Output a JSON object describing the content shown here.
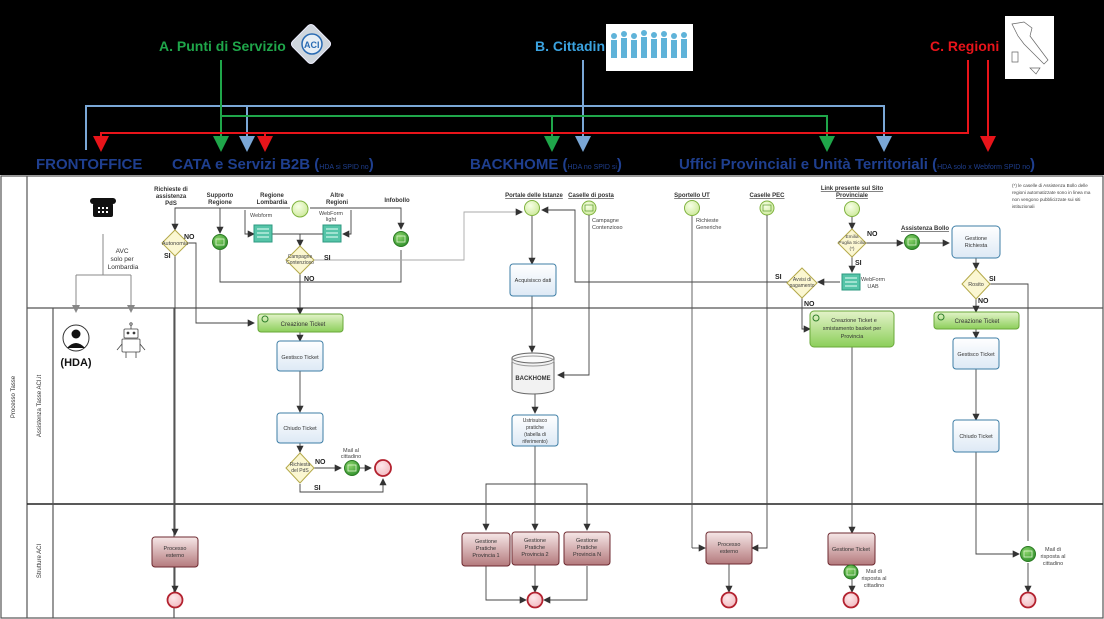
{
  "header": {
    "sources": [
      {
        "label": "A. Punti di Servizio",
        "color": "#1fa64a",
        "icon": "aci-logo-icon"
      },
      {
        "label": "B. Cittadini",
        "color": "#3ba3e0",
        "icon": "people-icon"
      },
      {
        "label": "C.  Regioni",
        "color": "#e8141a",
        "icon": "italy-map-icon"
      }
    ],
    "channels": [
      {
        "label": "FRONTOFFICE",
        "note": ""
      },
      {
        "label": "CATA  e Servizi B2B (",
        "note": "HDA si SPID no",
        "close": ")"
      },
      {
        "label": "BACKHOME (",
        "note": "HDA no SPID si",
        "close": ")"
      },
      {
        "label": "Uffici Provinciali e Unità Territoriali (",
        "note": "HDA solo x Webform  SPID no",
        "close": ")"
      }
    ],
    "channel_color": "#1f3f8f"
  },
  "pool": {
    "name": "Processo Tasse",
    "lanes": [
      {
        "name": ""
      },
      {
        "name": "Assistenza Tasse ACI.it"
      },
      {
        "name": "Strutture ACI"
      }
    ]
  },
  "frontoffice": {
    "phone_label": "",
    "avc": [
      "AVC",
      "solo per",
      "Lombardia"
    ],
    "hda_label": "(HDA)"
  },
  "cata": {
    "richieste": [
      "Richieste di",
      "assistenza",
      "PdS"
    ],
    "supporto": [
      "Supporto",
      "Regione"
    ],
    "lombardia": [
      "Regione",
      "Lombardia"
    ],
    "altre": [
      "Altre",
      "Regioni"
    ],
    "infobollo": "Infobollo",
    "webform": "Webform",
    "webform_light": [
      "WebForm",
      "light"
    ],
    "autonomia": "Autonomia",
    "campagne": [
      "Campagne",
      "Contenzioso"
    ],
    "si": "SI",
    "no": "NO",
    "creazione": "Creazione Ticket",
    "gestisco": "Gestisco Ticket",
    "chiudo": "Chiudo Ticket",
    "richiesta_pds": [
      "Richiesta",
      "del PdS"
    ],
    "mail_cittadino": [
      "Mail al",
      "cittadino"
    ],
    "processo_esterno": [
      "Processo",
      "esterno"
    ]
  },
  "backhome": {
    "portale": "Portale delle Istanze",
    "caselle": "Caselle di posta",
    "campagne": [
      "Campagne",
      "Contenzioso"
    ],
    "acquisisco": "Acquisisco dati",
    "db": "BACKHOME",
    "smistamento": [
      "Ustrisuisco",
      "pratiche",
      "(tabella di",
      "riferimento)"
    ],
    "gestione": [
      [
        "Gestione",
        "Pratiche",
        "Provincia 1"
      ],
      [
        "Gestione",
        "Pratiche",
        "Provincia 2"
      ],
      [
        "Gestione",
        "Pratiche",
        "Provincia N"
      ]
    ]
  },
  "uffici": {
    "sportello": "Sportello  UT",
    "richieste_generiche": [
      "Richieste",
      "Generiche"
    ],
    "caselle_pec": "Caselle PEC",
    "link": [
      "Link presente sul Sito",
      "Provinciale"
    ],
    "emilia": [
      "Emilia",
      "Puglia Sicilia",
      "(*)"
    ],
    "avvisi": [
      "Avvisi di",
      "pagamento"
    ],
    "webform_uab": [
      "WebForm",
      "UAB"
    ],
    "assistenza_bollo": "Assistenza Bollo",
    "gestione_richiesta": [
      "Gestione",
      "Richiesta"
    ],
    "rosito": "Rosito",
    "creazione_smist": [
      "Creazione Ticket e",
      "smistamento basket per",
      "Provincia"
    ],
    "creazione": "Creazione Ticket",
    "gestisco": "Gestisco Ticket",
    "chiudo": "Chiudo Ticket",
    "processo_esterno": [
      "Processo",
      "esterno"
    ],
    "gestione_ticket": "Gestione Ticket",
    "mail_risposta": [
      "Mail di",
      "risposta al",
      "cittadino"
    ],
    "note": [
      "(*) le caselle di Assistenza Bollo delle",
      "regioni automatizzate sono in linea ma",
      "non vengono pubblicizzate sui siti",
      "istituzionali"
    ]
  }
}
